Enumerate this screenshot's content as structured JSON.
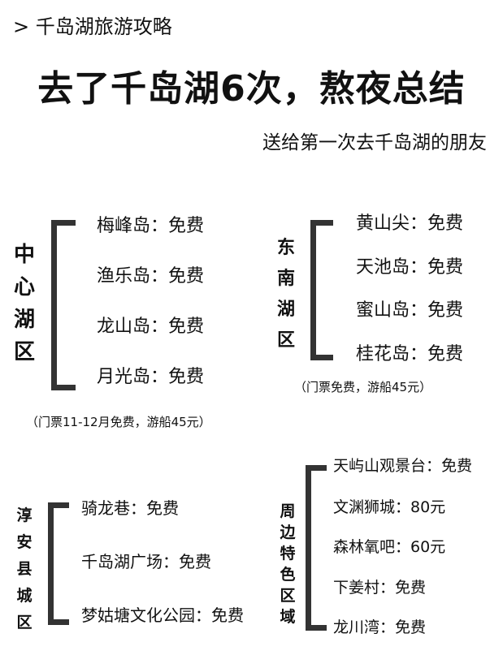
{
  "breadcrumb": "> 千岛湖旅游攻略",
  "title": "去了千岛湖6次，熬夜总结",
  "subtitle": "送给第一次去千岛湖的朋友",
  "sections": [
    {
      "label": "中\n心\n湖\n区",
      "items": [
        "梅峰岛：免费",
        "渔乐岛：免费",
        "龙山岛：免费",
        "月光岛：免费"
      ],
      "note": "（门票11-12月免费，游船45元）"
    },
    {
      "label": "东\n南\n湖\n区",
      "items": [
        "黄山尖：免费",
        "天池岛：免费",
        "蜜山岛：免费",
        "桂花岛：免费"
      ],
      "note": "（门票免费，游船45元）"
    },
    {
      "label": "淳\n安\n县\n城\n区",
      "items": [
        "骑龙巷：免费",
        "千岛湖广场：免费",
        "梦姑塘文化公园：免费"
      ]
    },
    {
      "label": "周\n边\n特\n色\n区\n域",
      "items": [
        "天屿山观景台：免费",
        "文渊狮城：80元",
        "森林氧吧：60元",
        "下姜村：免费",
        "龙川湾：免费"
      ]
    }
  ],
  "colors": {
    "bracket": "#333333",
    "text": "#111111"
  }
}
